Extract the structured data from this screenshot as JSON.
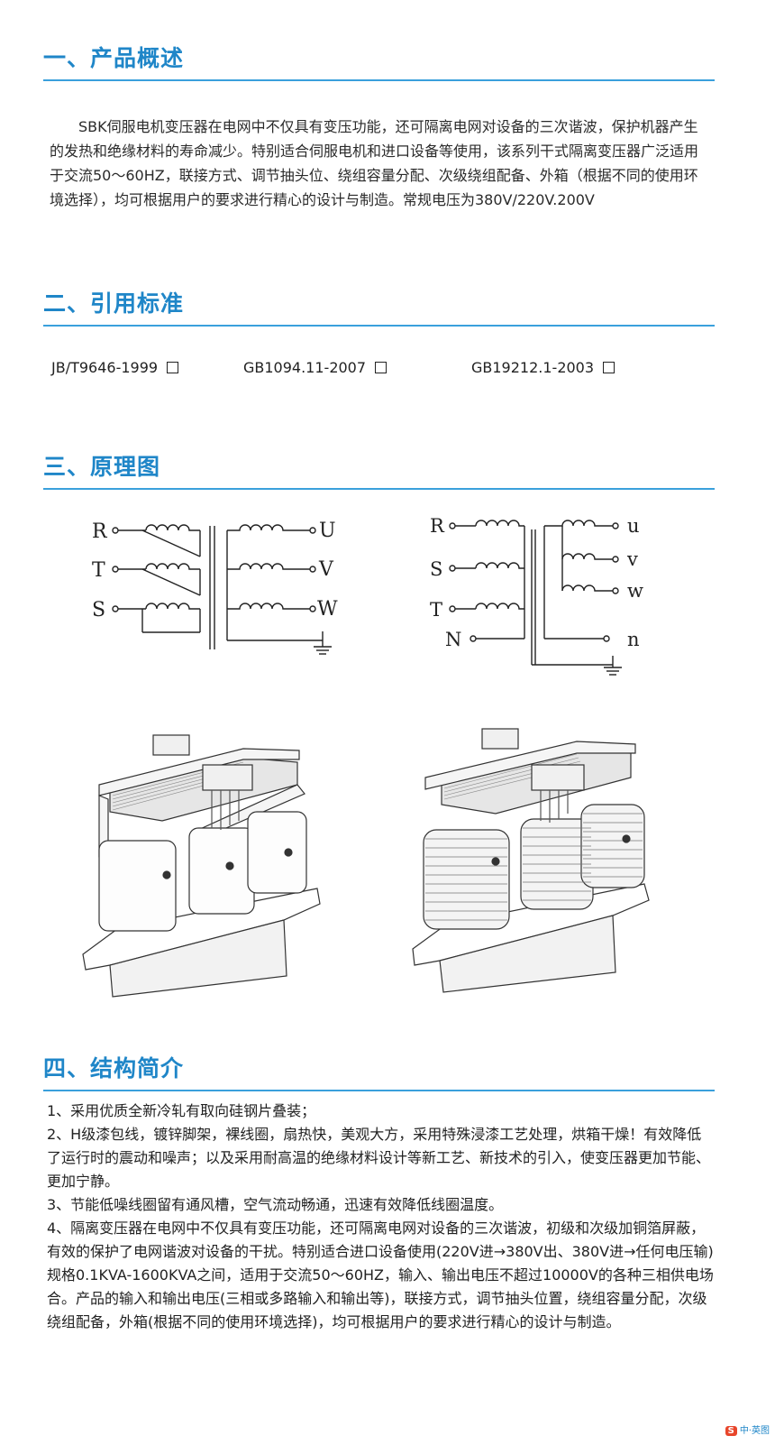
{
  "sections": [
    {
      "title": "一、产品概述"
    },
    {
      "title": "二、引用标准"
    },
    {
      "title": "三、原理图"
    },
    {
      "title": "四、结构简介"
    }
  ],
  "overview": {
    "text": "SBK伺服电机变压器在电网中不仅具有变压功能，还可隔离电网对设备的三次谐波，保护机器产生的发热和绝缘材料的寿命减少。特别适合伺服电机和进口设备等使用，该系列干式隔离变压器广泛适用于交流50～60HZ，联接方式、调节抽头位、绕组容量分配、次级绕组配备、外箱（根据不同的使用环境选择），均可根据用户的要求进行精心的设计与制造。常规电压为380V/220V.200V"
  },
  "standards": [
    {
      "code": "JB/T9646-1999"
    },
    {
      "code": "GB1094.11-2007"
    },
    {
      "code": "GB19212.1-2003"
    }
  ],
  "diagram_left": {
    "inputs": [
      "R",
      "T",
      "S"
    ],
    "outputs": [
      "U",
      "V",
      "W"
    ]
  },
  "diagram_right": {
    "inputs": [
      "R",
      "S",
      "T",
      "N"
    ],
    "outputs": [
      "u",
      "v",
      "w",
      "n"
    ]
  },
  "structure": [
    "1、采用优质全新冷轧有取向硅钢片叠装；",
    "2、H级漆包线，镀锌脚架，裸线圈，扇热快，美观大方，采用特殊浸漆工艺处理，烘箱干燥！有效降低了运行时的震动和噪声；以及采用耐高温的绝缘材料设计等新工艺、新技术的引入，使变压器更加节能、更加宁静。",
    "3、节能低噪线圈留有通风槽，空气流动畅通，迅速有效降低线圈温度。",
    "4、隔离变压器在电网中不仅具有变压功能，还可隔离电网对设备的三次谐波，初级和次级加铜箔屏蔽，有效的保护了电网谐波对设备的干扰。特别适合进口设备使用(220V进→380V出、380V进→任何电压输)规格0.1KVA-1600KVA之间，适用于交流50～60HZ，输入、输出电压不超过10000V的各种三相供电场合。产品的输入和输出电压(三相或多路输入和输出等)，联接方式，调节抽头位置，绕组容量分配，次级绕组配备，外箱(根据不同的使用环境选择)，均可根据用户的要求进行精心的设计与制造。"
  ],
  "watermark": {
    "badge": "S",
    "text": "中·英图"
  }
}
